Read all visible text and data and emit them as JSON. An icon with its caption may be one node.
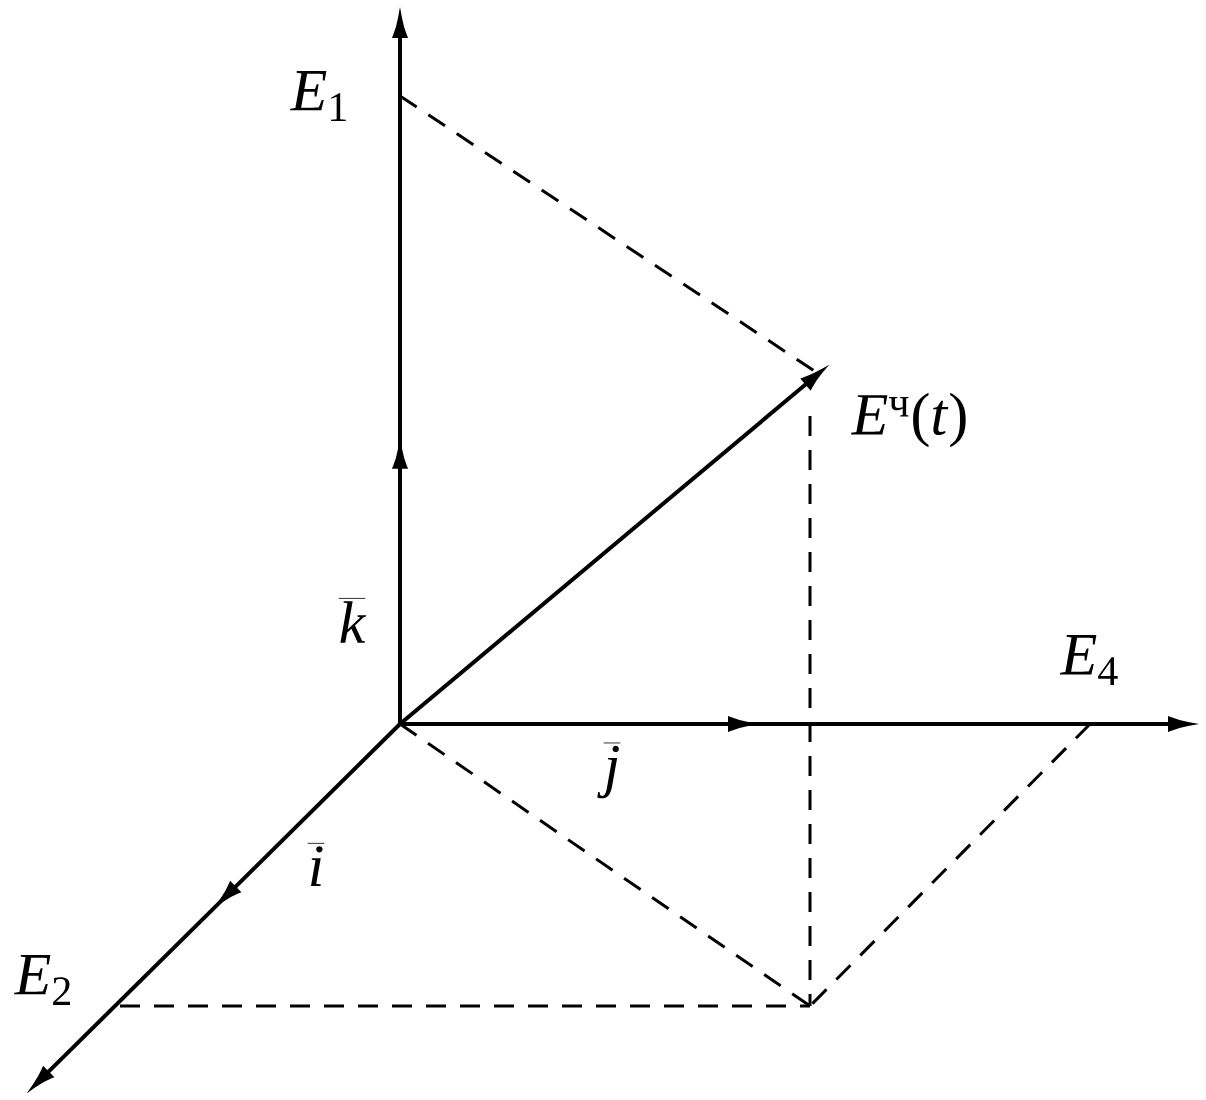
{
  "diagram": {
    "labels": [
      "*E*$_{1}$",
      "*E*$^{ч}$(*t*)",
      "k",
      "*E*$_{4}$",
      "j",
      "i",
      "*E*$_{2}$"
    ]
  }
}
